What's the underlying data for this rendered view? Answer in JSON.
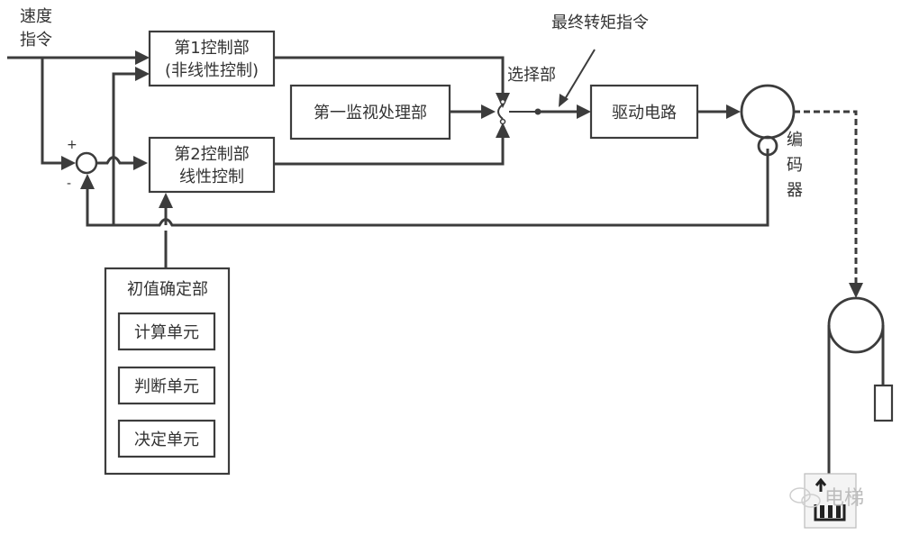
{
  "labels": {
    "speed_command_line1": "速度",
    "speed_command_line2": "指令",
    "final_torque_command": "最终转矩指令",
    "selector": "选择部",
    "encoder_line1": "编",
    "encoder_line2": "码",
    "encoder_line3": "器",
    "plus_sign": "+",
    "minus_sign": "-"
  },
  "blocks": {
    "control1": {
      "line1": "第1控制部",
      "line2": "(非线性控制)"
    },
    "control2": {
      "line1": "第2控制部",
      "line2": "线性控制"
    },
    "monitor": {
      "label": "第一监视处理部"
    },
    "drive": {
      "label": "驱动电路"
    },
    "initial_value": {
      "title": "初值确定部",
      "units": [
        "计算单元",
        "判断单元",
        "决定单元"
      ]
    }
  },
  "watermark": {
    "text": "电梯"
  },
  "colors": {
    "line": "#3c3c3c",
    "text": "#333333",
    "background": "#ffffff"
  }
}
